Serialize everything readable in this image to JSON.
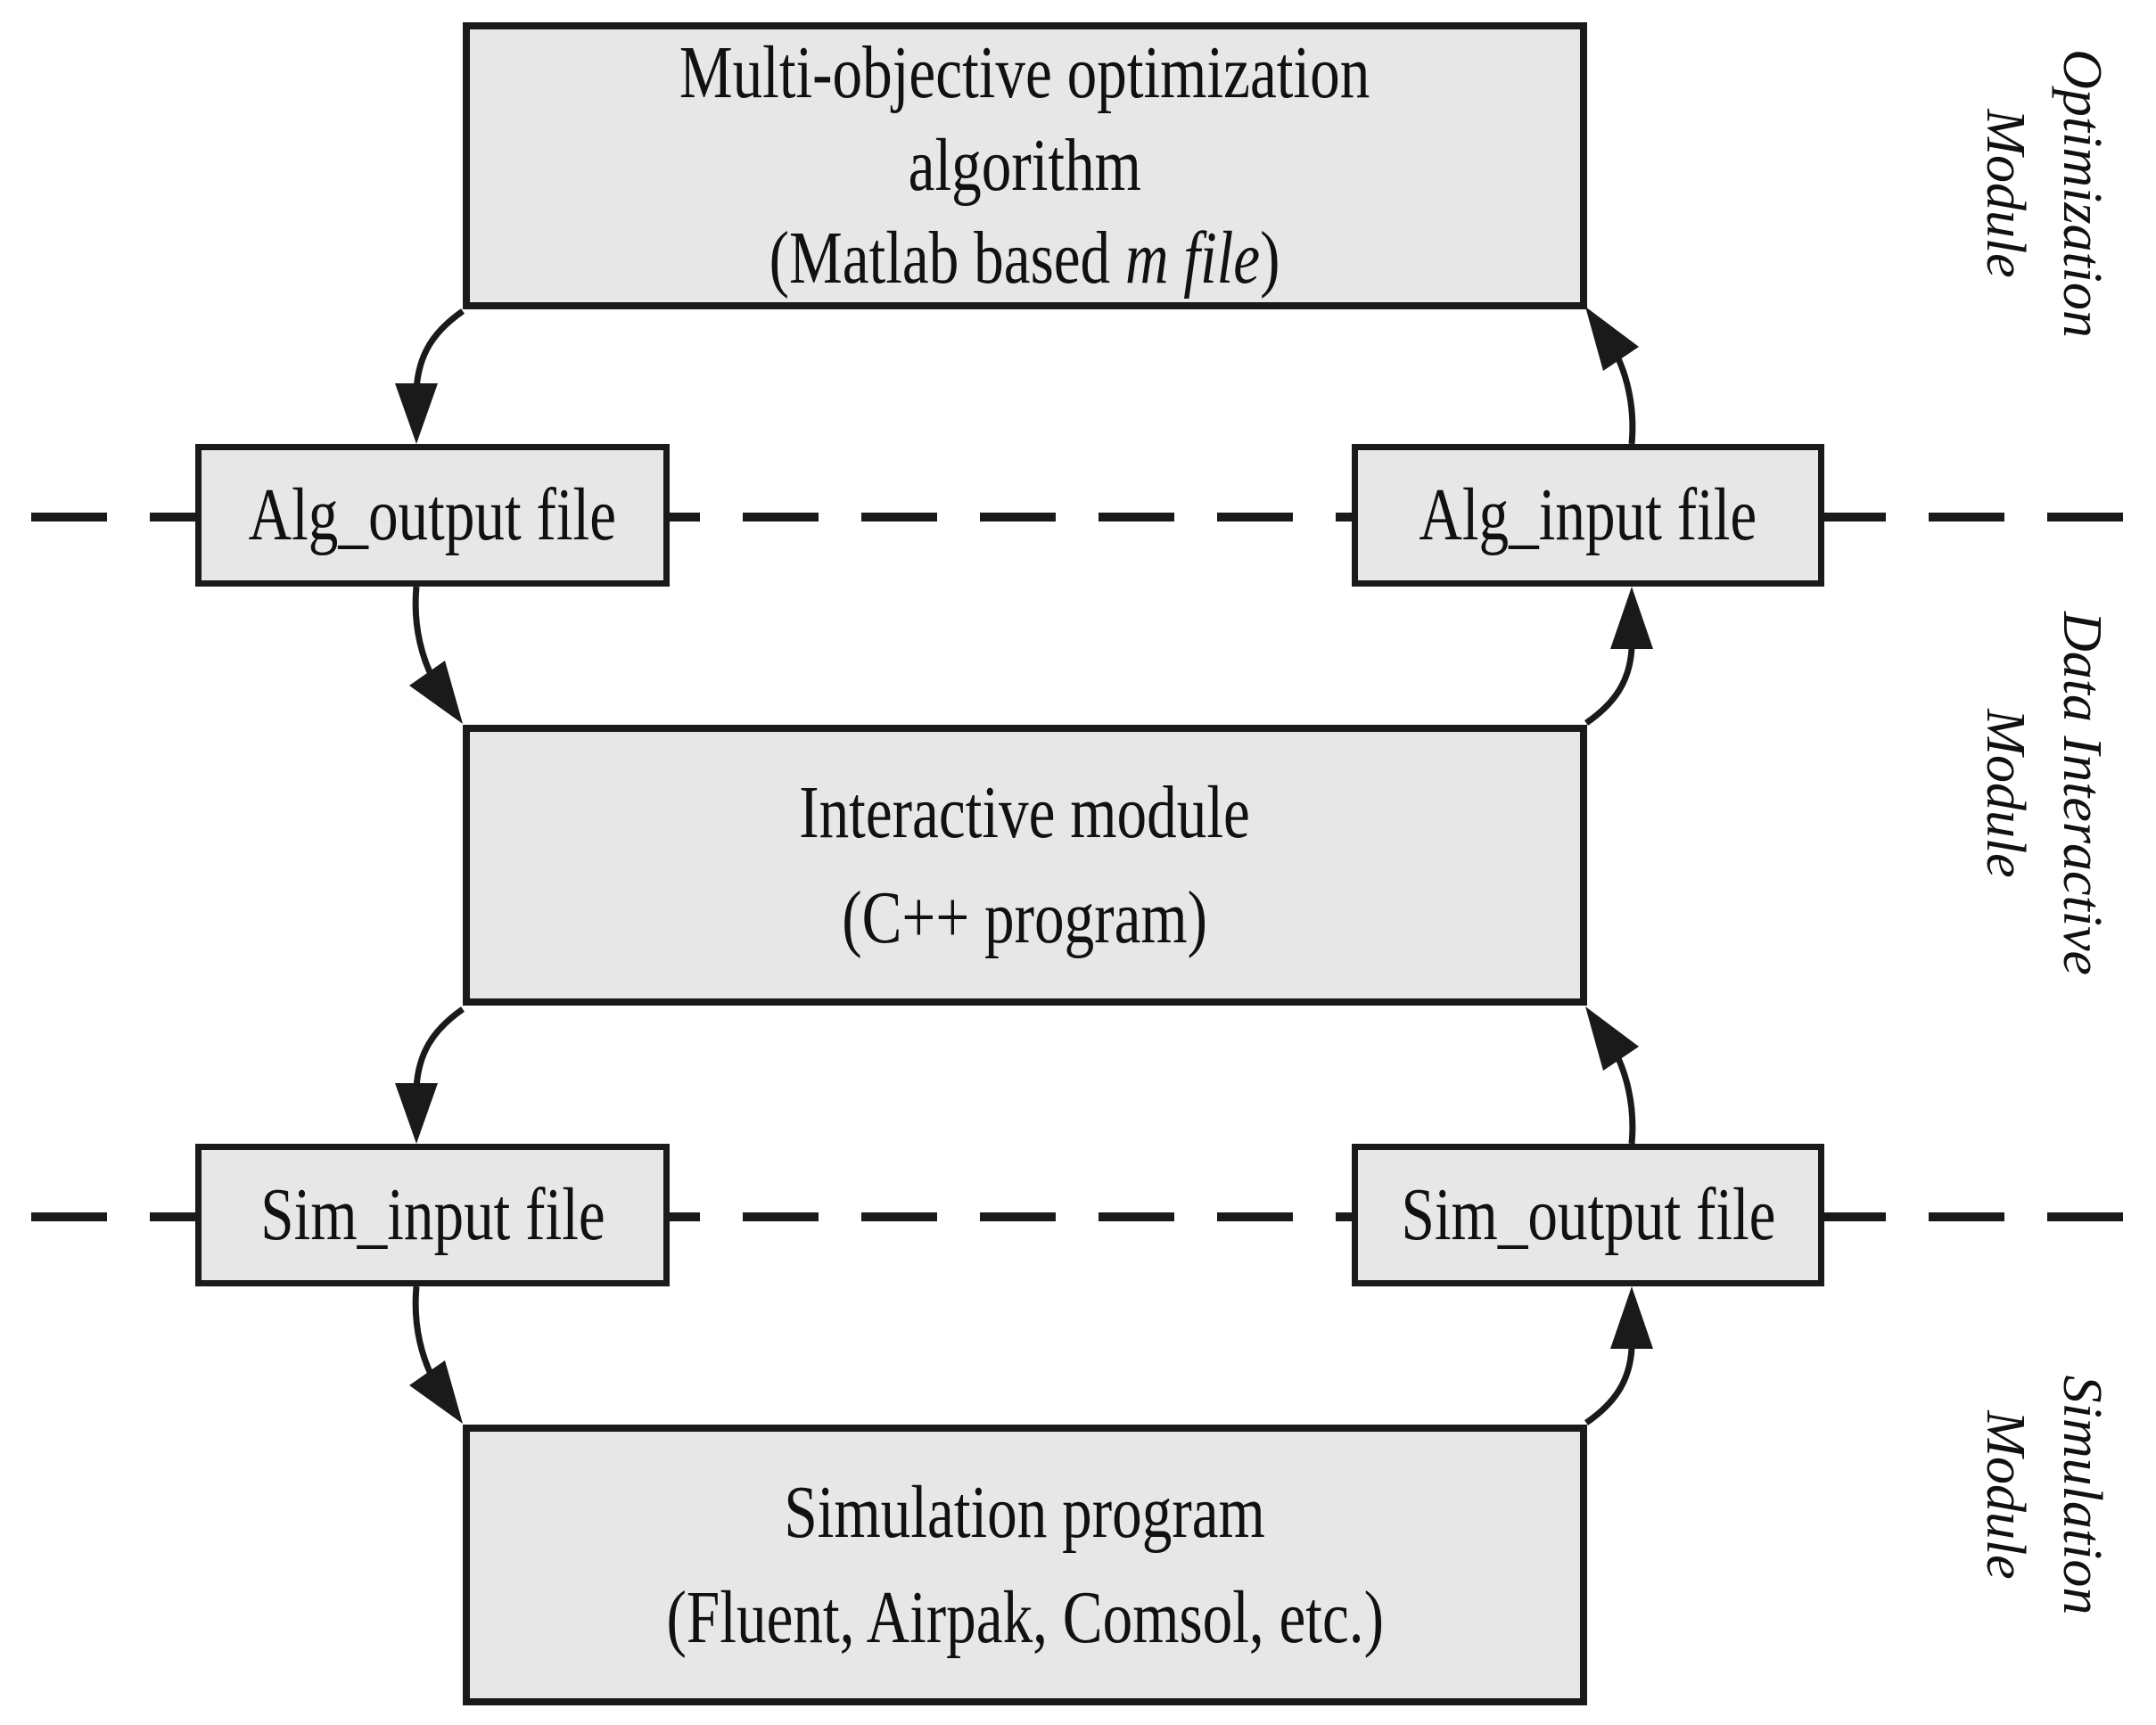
{
  "colors": {
    "background": "#ffffff",
    "box_fill": "#e7e7e7",
    "box_border": "#1a1a1a",
    "line": "#1a1a1a",
    "text": "#111111"
  },
  "boxes": {
    "algorithm": {
      "line1": "Multi-objective optimization",
      "line2": "algorithm",
      "line3_prefix": "(Matlab based ",
      "line3_italic": "m file",
      "line3_suffix": ")"
    },
    "alg_output": {
      "label": "Alg_output file"
    },
    "alg_input": {
      "label": "Alg_input file"
    },
    "interactive": {
      "line1": "Interactive module",
      "line2": "(C++ program)"
    },
    "sim_input": {
      "label": "Sim_input file"
    },
    "sim_output": {
      "label": "Sim_output file"
    },
    "sim_program": {
      "line1": "Simulation program",
      "line2": "(Fluent, Airpak, Comsol, etc.)"
    }
  },
  "module_labels": {
    "optimization": {
      "line1": "Optimization",
      "line2": "Module"
    },
    "data_interactive": {
      "line1": "Data Interactive",
      "line2": "Module"
    },
    "simulation": {
      "line1": "Simulation",
      "line2": "Module"
    }
  }
}
